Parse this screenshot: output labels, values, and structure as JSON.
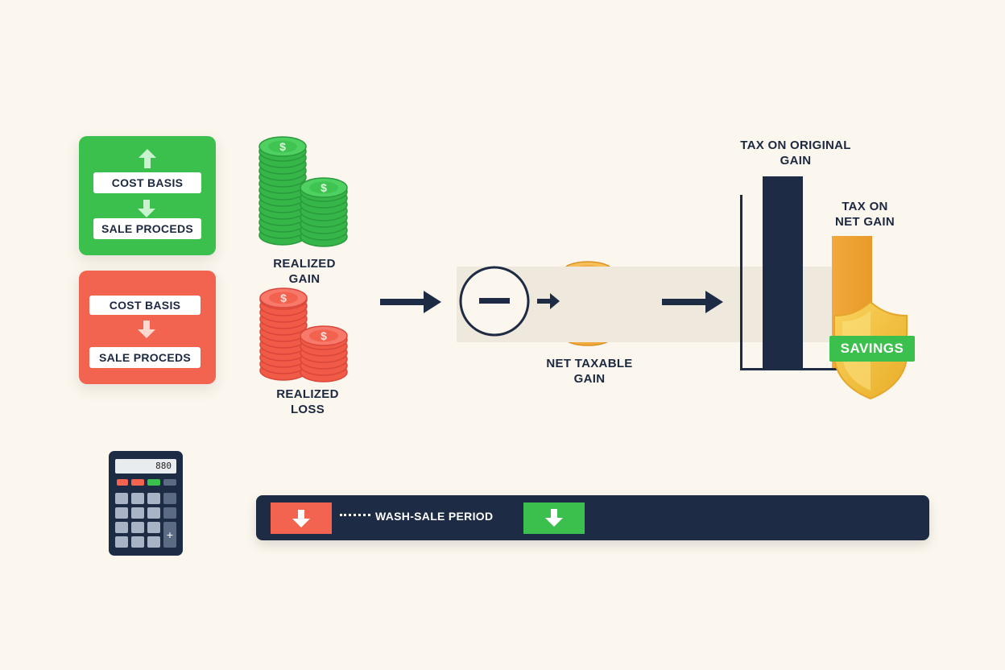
{
  "top_card": {
    "cost_basis": "COST BASIS",
    "sale_proceeds": "SALE PROCEDS",
    "color": "#3bbf4d"
  },
  "bottom_card": {
    "cost_basis": "COST BASIS",
    "sale_proceeds": "SALE PROCEDS",
    "color": "#f26450"
  },
  "labels": {
    "realized_gain": "REALIZED\nGAIN",
    "realized_loss": "REALIZED\nLOSS",
    "net_taxable_gain": "NET TAXABLE\nGAIN",
    "tax_original": "TAX ON ORIGINAL\nGAIN",
    "tax_net": "TAX ON\nNET GAIN",
    "savings": "SAVINGS",
    "wash_sale": "WASH-SALE PERIOD"
  },
  "calculator": {
    "display": "880"
  },
  "icons": {
    "coin": "dollar-coin-icon",
    "minus": "minus-circle-icon",
    "arrow": "right-arrow-icon",
    "shield": "shield-icon",
    "calculator": "calculator-icon"
  },
  "colors": {
    "green": "#3bbf4d",
    "red": "#f26450",
    "orange": "#f2a93b",
    "navy": "#1e2b44",
    "gold": "#f4c542"
  }
}
